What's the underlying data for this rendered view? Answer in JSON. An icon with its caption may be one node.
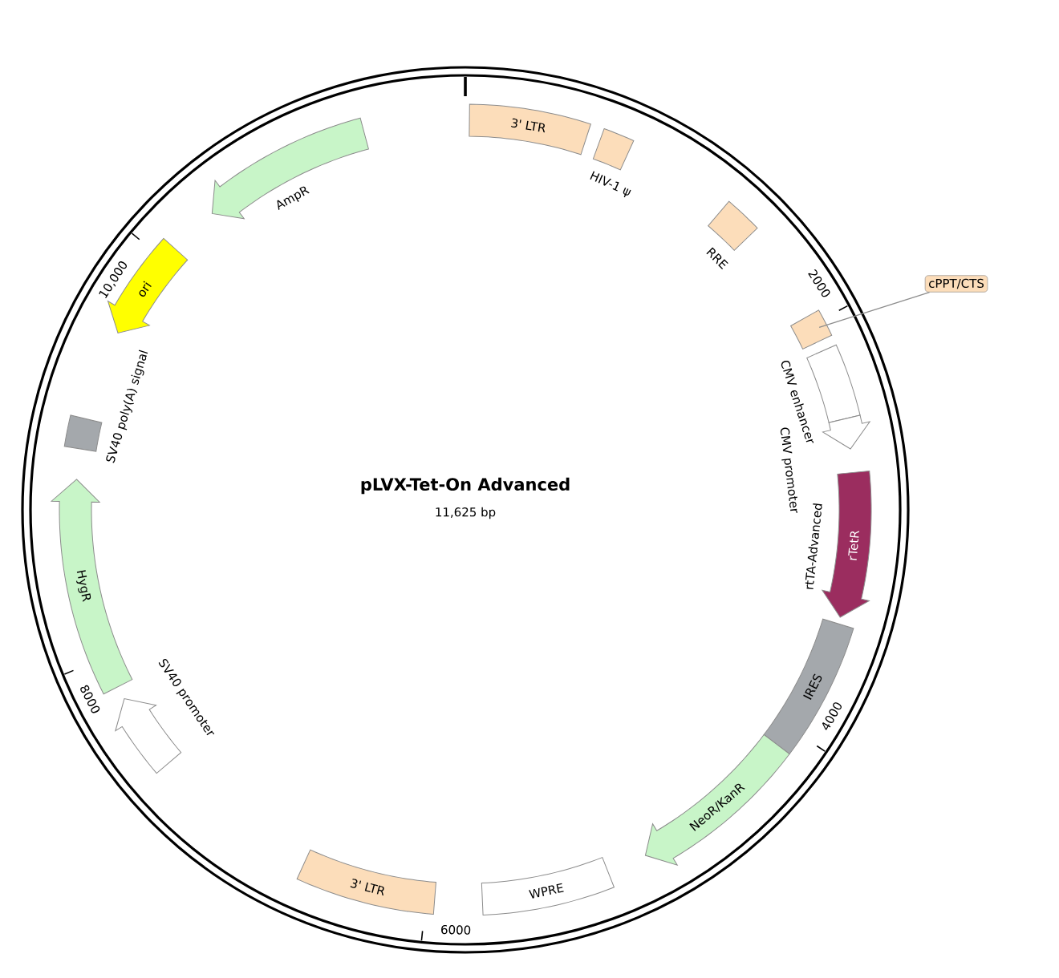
{
  "diagram": {
    "title": "pLVX-Tet-On Advanced",
    "nodes": [
      {
        "text": [
          "3' LTR"
        ]
      },
      {
        "text": [
          "HIV-1 ψ"
        ]
      },
      {
        "text": [
          "RRE"
        ]
      },
      {
        "text": [],
        "shape": "box"
      },
      {
        "text": [
          "cPPT/CTS"
        ]
      },
      {
        "text": [
          "CMV enhancer"
        ]
      },
      {
        "text": [
          "CMV promoter"
        ]
      },
      {
        "text": [
          "rTetR"
        ],
        "beside": [
          "rtTA-Advanced"
        ]
      },
      {
        "text": [
          "IRES"
        ]
      },
      {
        "text": [
          "NeoR/KanR"
        ]
      },
      {
        "text": [
          "WPRE"
        ]
      },
      {
        "text": [
          "3' LTR"
        ]
      },
      {
        "text": [
          "SV40 promoter"
        ]
      },
      {
        "text": [
          "HygR"
        ]
      },
      {
        "text": [
          "SV40 poly(A) signal"
        ]
      },
      {
        "text": [
          "ori"
        ]
      },
      {
        "text": [
          "AmpR"
        ]
      }
    ],
    "edges": [
      {
        "from": 4,
        "to": 3,
        "arrow": "none"
      }
    ],
    "labels": [
      "11,625 bp",
      "2000",
      "4000",
      "6000",
      "8000",
      "10,000"
    ]
  }
}
